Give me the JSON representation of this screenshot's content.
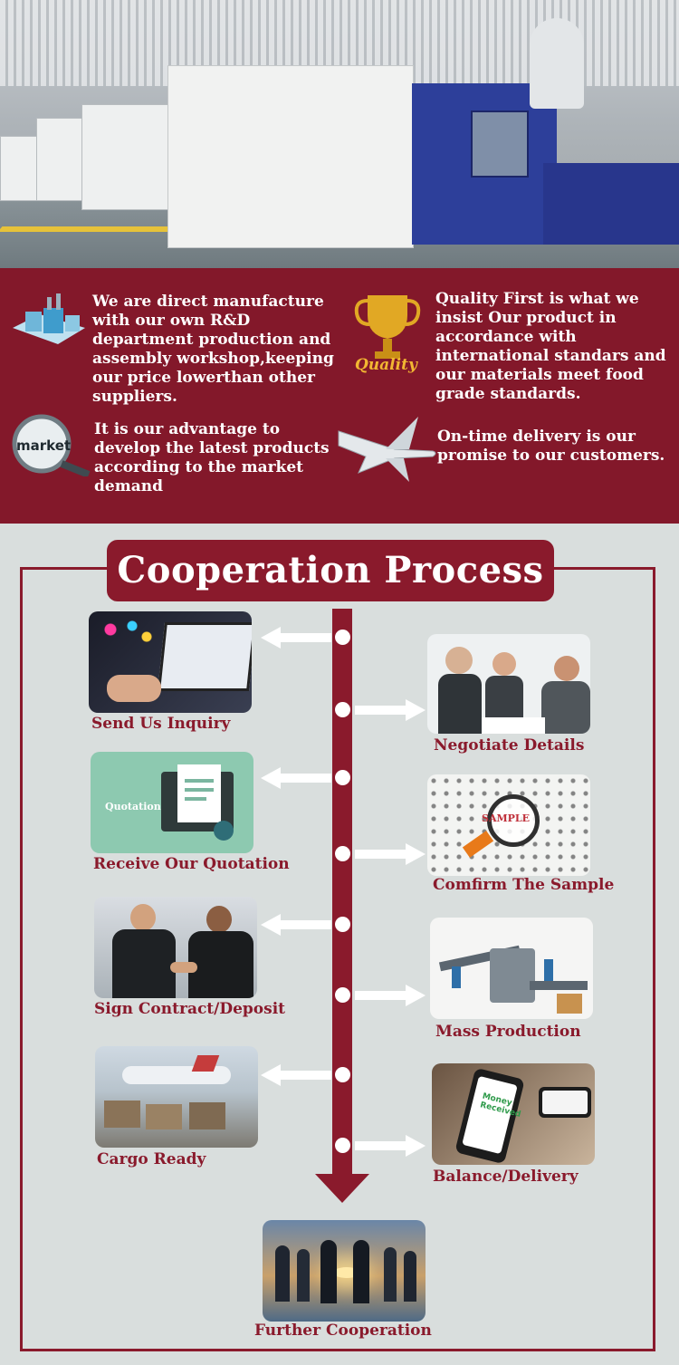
{
  "features": [
    {
      "id": "factory",
      "text": "We are direct manufacture with our own R&D department production and assembly workshop,keeping our price lowerthan other suppliers."
    },
    {
      "id": "quality",
      "text": "Quality First is what we insist Our product in accordance with international standars and our materials meet food grade standards.",
      "badge": "Quality"
    },
    {
      "id": "market",
      "text": "It is our advantage to develop the latest products according to the market demand",
      "badge": "market"
    },
    {
      "id": "delivery",
      "text": "On-time delivery is our promise to our customers."
    }
  ],
  "process": {
    "title": "Cooperation Process",
    "steps": [
      {
        "label": "Send Us Inquiry"
      },
      {
        "label": "Negotiate Details"
      },
      {
        "label": "Receive Our Quotation",
        "image_text": "Quotation"
      },
      {
        "label": "Comfirm The Sample",
        "image_text": "SAMPLE"
      },
      {
        "label": "Sign Contract/Deposit"
      },
      {
        "label": "Mass Production"
      },
      {
        "label": "Cargo Ready"
      },
      {
        "label": "Balance/Delivery",
        "image_text": "Money Received"
      },
      {
        "label": "Further Cooperation"
      }
    ]
  },
  "colors": {
    "brand": "#8a1a2c",
    "band": "#83182a",
    "background": "#d9dedd",
    "gold": "#e1a824"
  }
}
